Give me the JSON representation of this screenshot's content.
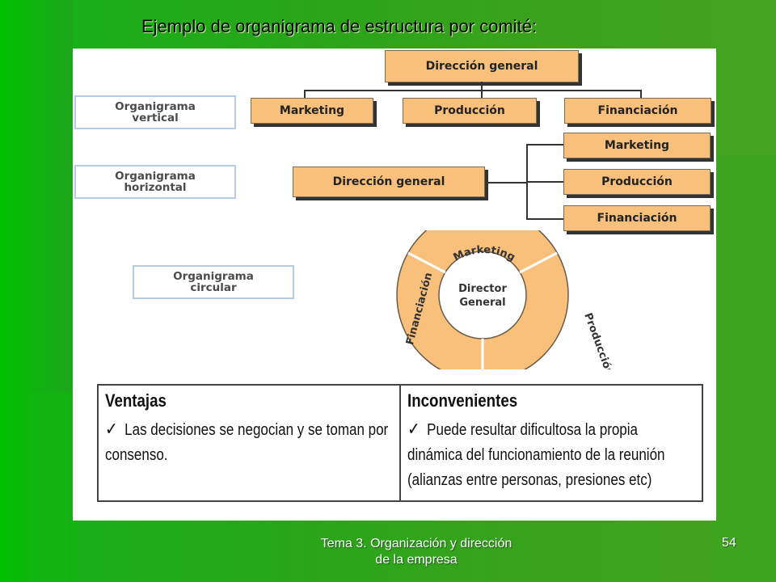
{
  "title": "Ejemplo de organigrama de estructura por comité:",
  "vertical": {
    "label_line1": "Organigrama",
    "label_line2": "vertical",
    "top": "Dirección general",
    "children": [
      "Marketing",
      "Producción",
      "Financiación"
    ]
  },
  "horizontal": {
    "label_line1": "Organigrama",
    "label_line2": "horizontal",
    "root": "Dirección general",
    "children": [
      "Marketing",
      "Producción",
      "Financiación"
    ]
  },
  "circular": {
    "label_line1": "Organigrama",
    "label_line2": "circular",
    "center_line1": "Director",
    "center_line2": "General",
    "sectors": [
      "Marketing",
      "Producción",
      "Financiación"
    ],
    "ring_color": "#f8c07a"
  },
  "table": {
    "col1_header": "Ventajas",
    "col1_text": "Las decisiones se negocian y se toman por consenso.",
    "col2_header": "Inconvenientes",
    "col2_text": "Puede resultar dificultosa la propia dinámica del funcionamiento de la reunión (alianzas entre personas, presiones etc)"
  },
  "footer": {
    "line1": "Tema 3. Organización y dirección",
    "line2": "de la empresa",
    "page": "54"
  }
}
